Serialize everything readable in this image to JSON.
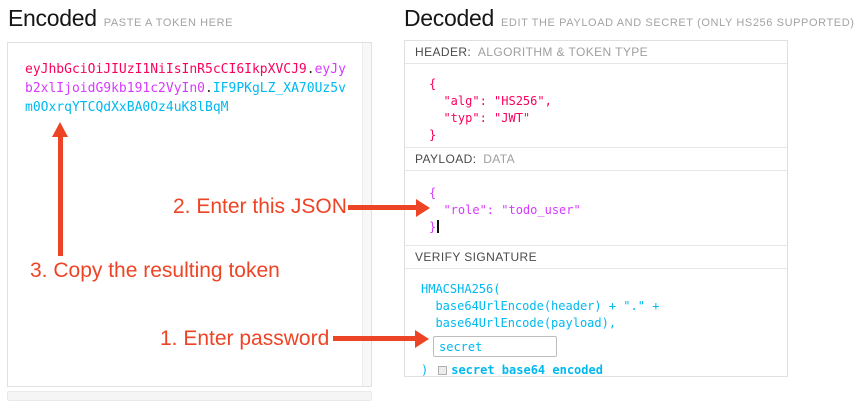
{
  "encoded": {
    "title": "Encoded",
    "subtitle": "PASTE A TOKEN HERE",
    "token": {
      "header_segment": "eyJhbGciOiJIUzI1NiIsInR5cCI6IkpXVCJ9",
      "dot1": ".",
      "payload_segment": "eyJyb2xlIjoidG9kb191c2VyIn0",
      "dot2": ".",
      "signature_segment": "IF9PKgLZ_XA70Uz5vm0OxrqYTCQdXxBA0Oz4uK8lBqM"
    }
  },
  "decoded": {
    "title": "Decoded",
    "subtitle": "EDIT THE PAYLOAD AND SECRET (ONLY HS256 SUPPORTED)",
    "header_section": {
      "label": "HEADER:",
      "label_detail": "ALGORITHM & TOKEN TYPE",
      "json_lines": [
        "{",
        "  \"alg\": \"HS256\",",
        "  \"typ\": \"JWT\"",
        "}"
      ]
    },
    "payload_section": {
      "label": "PAYLOAD:",
      "label_detail": "DATA",
      "json_lines": [
        "{",
        "  \"role\": \"todo_user\"",
        "}"
      ]
    },
    "signature_section": {
      "label": "VERIFY SIGNATURE",
      "code_line1": "HMACSHA256(",
      "code_line2": "  base64UrlEncode(header) + \".\" +",
      "code_line3": "  base64UrlEncode(payload),",
      "secret_value": "secret",
      "close_paren": ")",
      "checkbox_checked": false,
      "checkbox_label": "secret base64 encoded"
    }
  },
  "annotations": {
    "step1": "1. Enter password",
    "step2": "2. Enter this JSON",
    "step3": "3. Copy the resulting token"
  },
  "colors": {
    "token_header": "#fb015b",
    "token_payload": "#d63aff",
    "token_signature": "#00b9f1",
    "annotation": "#ee4426"
  }
}
